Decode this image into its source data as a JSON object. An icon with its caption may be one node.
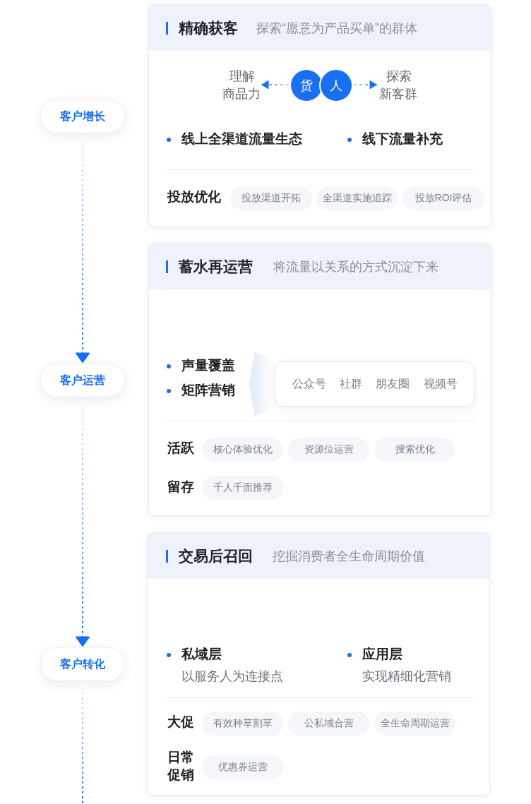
{
  "diagram": {
    "nodes": [
      {
        "text": [
          "客户增长"
        ]
      },
      {
        "text": [
          "精确获客",
          "探索“愿意为产品买单”的群体",
          "线上全渠道流量生态",
          "线下流量补充",
          "投放优化"
        ]
      },
      {
        "text": [
          "理解商品力"
        ],
        "in": 1
      },
      {
        "text": [
          "货"
        ],
        "in": 1
      },
      {
        "text": [
          "人"
        ],
        "in": 1
      },
      {
        "text": [
          "探索新客群"
        ],
        "in": 1
      },
      {
        "text": [
          "投放渠道开拓"
        ],
        "in": 1
      },
      {
        "text": [
          "全渠道实施追踪"
        ],
        "in": 1
      },
      {
        "text": [
          "投放ROI评估"
        ],
        "in": 1
      },
      {
        "text": [
          "客户运营"
        ]
      },
      {
        "text": [
          "蓄水再运营",
          "将流量以关系的方式沉淀下来",
          "声量覆盖",
          "矩阵营销",
          "活跃",
          "留存"
        ]
      },
      {
        "text": [],
        "shape": "triangle",
        "in": 10
      },
      {
        "text": [
          "公众号",
          "社群",
          "朋友圈",
          "视频号"
        ],
        "in": 10
      },
      {
        "text": [
          "核心体验优化"
        ],
        "in": 10
      },
      {
        "text": [
          "资源位运营"
        ],
        "in": 10
      },
      {
        "text": [
          "搜索优化"
        ],
        "in": 10
      },
      {
        "text": [
          "千人千面推荐"
        ],
        "in": 10
      },
      {
        "text": [
          "客户转化"
        ]
      },
      {
        "text": [
          "交易后召回",
          "挖掘消费者全生命周期价值",
          "私域层",
          "以服务人为连接点",
          "应用层",
          "实现精细化营销",
          "大促",
          "日常促销"
        ]
      },
      {
        "text": [
          "有效种草割草"
        ],
        "in": 18
      },
      {
        "text": [
          "公私域合营"
        ],
        "in": 18
      },
      {
        "text": [
          "全生命周期运营"
        ],
        "in": 18
      },
      {
        "text": [
          "优惠券运营"
        ],
        "in": 18
      }
    ],
    "edges": [
      {
        "from": 3,
        "to": 2,
        "arrow": "to",
        "style": "dashed"
      },
      {
        "from": 4,
        "to": 5,
        "arrow": "to",
        "style": "dashed"
      },
      {
        "from": 0,
        "to": 9,
        "arrow": "to",
        "style": "dashed"
      },
      {
        "from": 9,
        "to": 17,
        "arrow": "to",
        "style": "dashed"
      },
      {
        "from": 17,
        "to": null,
        "arrow": "none",
        "style": "dashed"
      }
    ]
  }
}
